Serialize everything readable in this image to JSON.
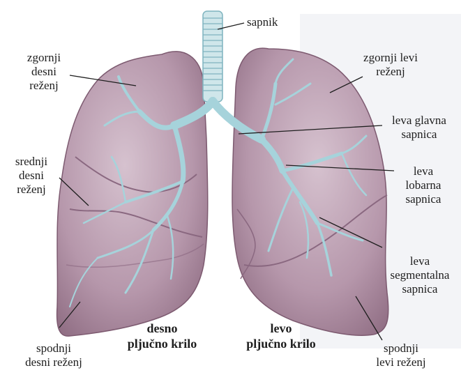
{
  "labels": {
    "sapnik": "sapnik",
    "zgornji_desni": [
      "zgornji",
      "desni",
      "reženj"
    ],
    "srednji_desni": [
      "srednji",
      "desni",
      "reženj"
    ],
    "spodnji_desni": [
      "spodnji",
      "desni reženj"
    ],
    "zgornji_levi": [
      "zgornji levi",
      "reženj"
    ],
    "leva_glavna": [
      "leva glavna",
      "sapnica"
    ],
    "leva_lobarna": [
      "leva",
      "lobarna",
      "sapnica"
    ],
    "leva_segmentalna": [
      "leva",
      "segmentalna",
      "sapnica"
    ],
    "spodnji_levi": [
      "spodnji",
      "levi reženj"
    ],
    "desno_krilo": [
      "desno",
      "pljučno krilo"
    ],
    "levo_krilo": [
      "levo",
      "pljučno krilo"
    ]
  },
  "colors": {
    "lung": "#b99aaf",
    "lung_dark": "#8e6a83",
    "lung_light": "#d9c6d3",
    "airway": "#bfe1e6",
    "airway_edge": "#7fb4bf",
    "background_page": "#e7e9ee",
    "leader_line": "#1e1e1e"
  }
}
